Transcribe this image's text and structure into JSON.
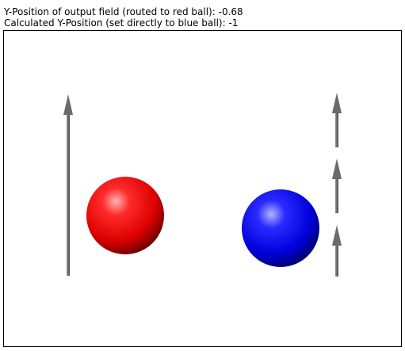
{
  "info": {
    "output_label": "Y-Position of output field (routed to red ball):",
    "output_value": "-0.68",
    "calculated_label": "Calculated Y-Position (set directly to blue ball):",
    "calculated_value": "-1"
  },
  "scene": {
    "red_ball_color": "#ff0000",
    "blue_ball_color": "#0000ff",
    "arrow_color": "#6b6b6b",
    "background": "#ffffff"
  }
}
